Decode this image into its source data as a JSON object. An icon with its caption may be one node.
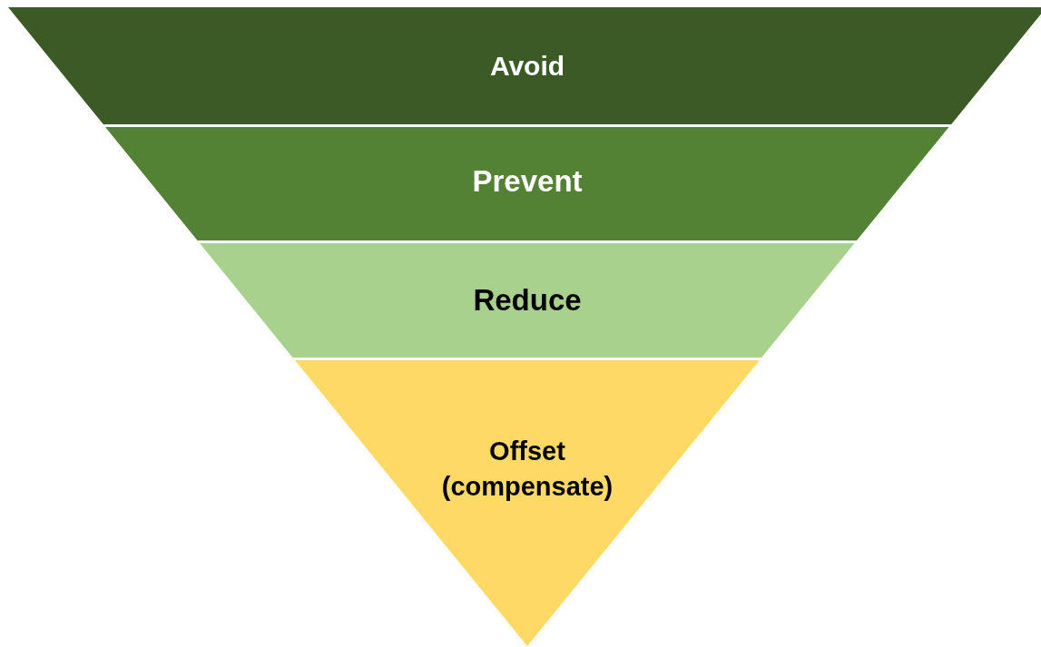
{
  "diagram": {
    "nodes": [
      {
        "text": [
          "Avoid"
        ]
      },
      {
        "text": [
          "Prevent"
        ]
      },
      {
        "text": [
          "Reduce"
        ]
      },
      {
        "text": [
          "Offset (compensate)"
        ]
      }
    ]
  }
}
